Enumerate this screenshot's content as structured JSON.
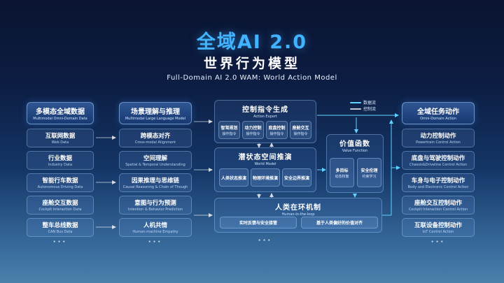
{
  "colors": {
    "accent": "#41B3FF",
    "background_top": "#0A1430",
    "background_bottom": "#4B80AB",
    "flow_accent": "#5FD4FF"
  },
  "header": {
    "title": "全域AI 2.0",
    "subtitle": "世界行为模型",
    "subtitle_en": "Full-Domain AI 2.0  WAM: World Action Model"
  },
  "legend": {
    "flow1": "数据流",
    "flow2": "控制流"
  },
  "left_column": {
    "title": "多模态全域数据",
    "title_en": "Multimodal Omni-Domain Data",
    "items": [
      {
        "zh": "互联网数据",
        "en": "Web Data"
      },
      {
        "zh": "行业数据",
        "en": "Industry Data"
      },
      {
        "zh": "智能行车数据",
        "en": "Autonomous Driving Data"
      },
      {
        "zh": "座舱交互数据",
        "en": "Cockpit Interaction Data"
      },
      {
        "zh": "整车总线数据",
        "en": "CAN Bus Data"
      }
    ]
  },
  "reasoning_column": {
    "title": "场景理解与推理",
    "title_en": "Multimodal Large Language Model",
    "items": [
      {
        "zh": "跨模态对齐",
        "en": "Cross-modal Alignment"
      },
      {
        "zh": "空间理解",
        "en": "Spatial & Temporal Understanding"
      },
      {
        "zh": "因果推理与思维链",
        "en": "Causal Reasoning & Chain of Though"
      },
      {
        "zh": "意图与行为预测",
        "en": "Intention & Behavior Prediction"
      },
      {
        "zh": "人机共情",
        "en": "Human-machine Empathy"
      }
    ]
  },
  "action_expert_panel": {
    "title": "控制指令生成",
    "title_en": "Action Expert",
    "items": [
      {
        "line1": "智驾规划",
        "line2": "操作指令"
      },
      {
        "line1": "动力控制",
        "line2": "操作指令"
      },
      {
        "line1": "底盘控制",
        "line2": "操作指令"
      },
      {
        "line1": "座舱交互",
        "line2": "操作指令"
      }
    ]
  },
  "world_model_panel": {
    "title": "潜状态空间推演",
    "title_en": "World Model",
    "items": [
      {
        "zh": "人类状态推演"
      },
      {
        "zh": "物理环境推演"
      },
      {
        "zh": "安全边界推演"
      }
    ]
  },
  "human_loop_panel": {
    "title": "人类在环机制",
    "title_en": "Human-in-the-loop",
    "items": [
      {
        "zh": "实时反馈与安全接管"
      },
      {
        "zh": "基于人类偏好的价值对齐"
      }
    ]
  },
  "value_function_panel": {
    "title": "价值函数",
    "title_en": "Value Function",
    "items": [
      {
        "line1": "多目标",
        "line2": "动态权衡"
      },
      {
        "line1": "安全伦理",
        "line2": "约束学习"
      }
    ]
  },
  "action_column": {
    "title": "全域任务动作",
    "title_en": "Omni-Domain Action",
    "items": [
      {
        "zh": "动力控制动作",
        "en": "Powertrain Control Action"
      },
      {
        "zh": "底盘与驾驶控制动作",
        "en": "Chassis&Driveline Control Action"
      },
      {
        "zh": "车身与电子控制动作",
        "en": "Body and Electronic Control Action"
      },
      {
        "zh": "座舱交互控制动作",
        "en": "Cockpit Interaction Control Action"
      },
      {
        "zh": "互联设备控制动作",
        "en": "IoT Control Action"
      }
    ]
  },
  "dots": {
    "left": "···",
    "reasoning": "···",
    "center": "···",
    "action": "···"
  }
}
